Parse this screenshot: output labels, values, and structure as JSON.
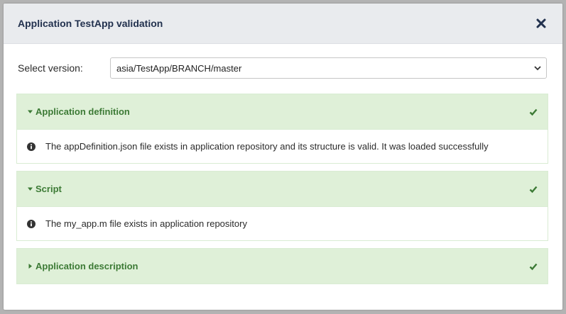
{
  "modal": {
    "title": "Application TestApp validation"
  },
  "version": {
    "label": "Select version:",
    "selected": "asia/TestApp/BRANCH/master"
  },
  "sections": [
    {
      "title": "Application definition",
      "expanded": true,
      "status": "check-icon",
      "message": "The appDefinition.json file exists in application repository and its structure is valid. It was loaded successfully"
    },
    {
      "title": "Script",
      "expanded": true,
      "status": "check-icon",
      "message": "The my_app.m file exists in application repository"
    },
    {
      "title": "Application description",
      "expanded": false,
      "status": "check-icon"
    }
  ],
  "colors": {
    "success_bg": "#dff0d8",
    "success_text": "#3c7a35",
    "header_text": "#22314e"
  }
}
